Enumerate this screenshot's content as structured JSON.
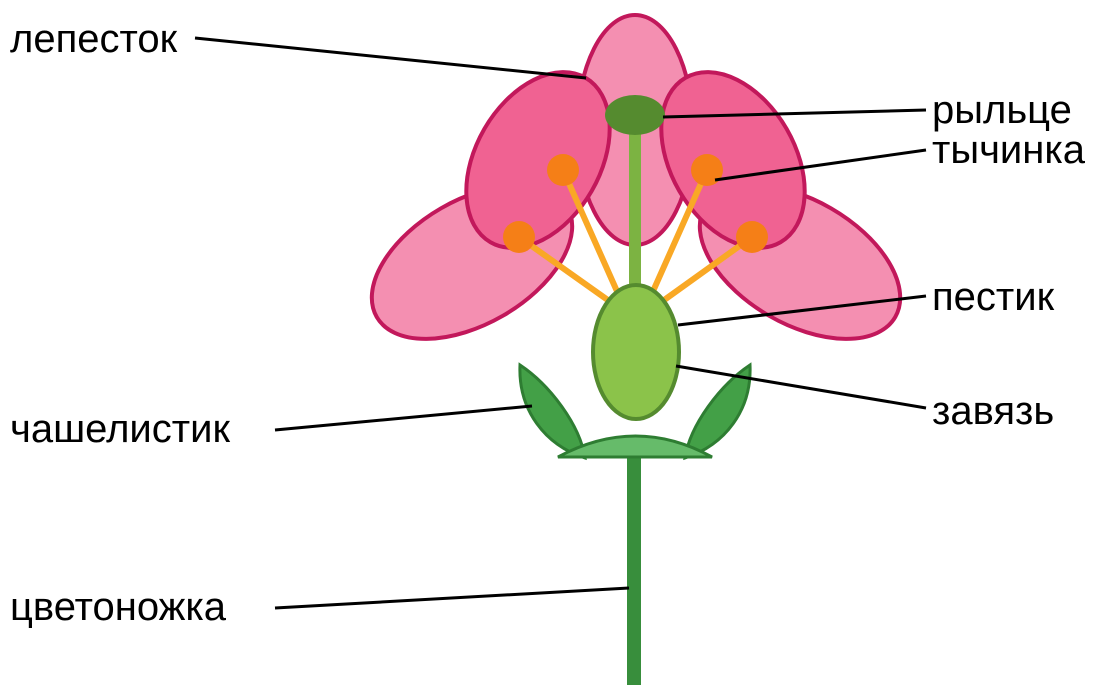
{
  "labels": {
    "petal": "лепесток",
    "stigma": "рыльце",
    "stamen": "тычинка",
    "pistil": "пестик",
    "ovary": "завязь",
    "sepal": "чашелистик",
    "pedicel": "цветоножка"
  },
  "colors": {
    "petal_back_fill": "#F48FB1",
    "petal_front_fill": "#F06292",
    "petal_stroke": "#C2185B",
    "stamen_filament": "#F9A825",
    "anther": "#F57F17",
    "style": "#7CB342",
    "stigma": "#558B2F",
    "ovary_fill": "#8BC34A",
    "ovary_stroke": "#558B2F",
    "sepal_fill": "#43A047",
    "sepal_stroke": "#2E7D32",
    "receptacle": "#66BB6A",
    "stem": "#388E3C"
  }
}
